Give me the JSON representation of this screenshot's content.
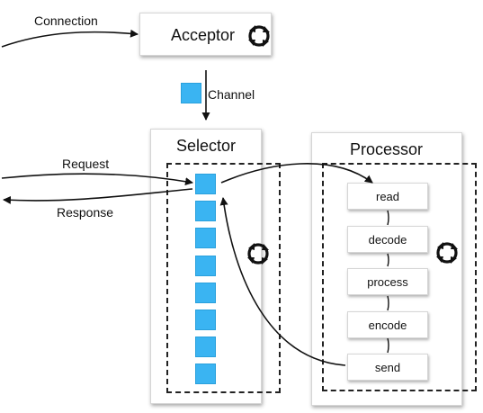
{
  "labels": {
    "connection": "Connection",
    "channel": "Channel",
    "request": "Request",
    "response": "Response"
  },
  "acceptor": {
    "title": "Acceptor",
    "icon": "cycle-arrows-icon"
  },
  "selector": {
    "title": "Selector",
    "channel_count": 8,
    "icon": "cycle-arrows-icon"
  },
  "processor": {
    "title": "Processor",
    "icon": "cycle-arrows-icon",
    "steps": [
      "read",
      "decode",
      "process",
      "encode",
      "send"
    ]
  },
  "colors": {
    "channel": "#3ab4f2"
  }
}
